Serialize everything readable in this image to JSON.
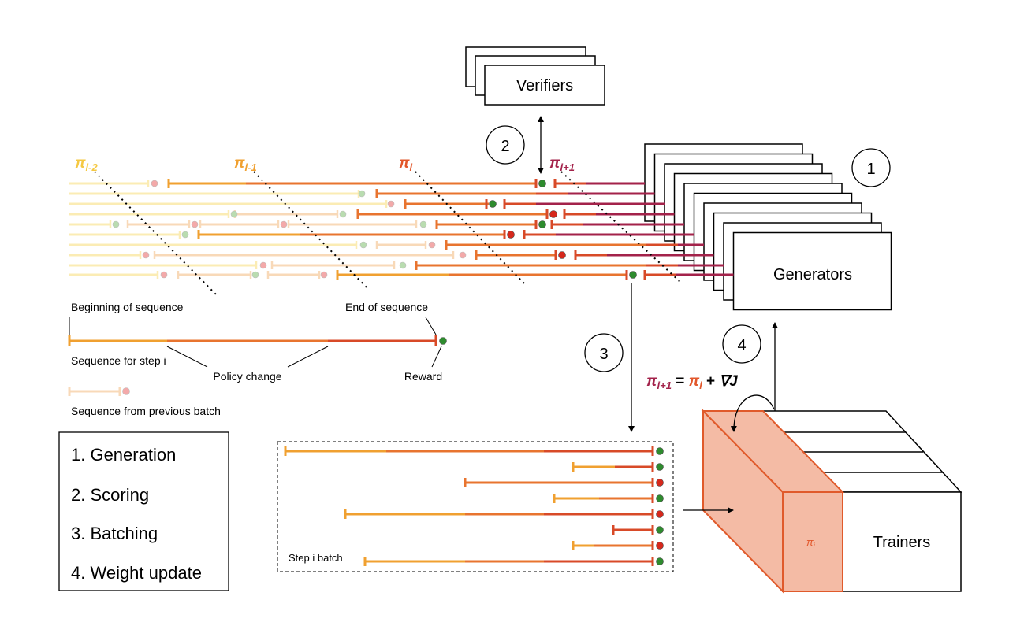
{
  "labels": {
    "verifiers": "Verifiers",
    "generators": "Generators",
    "trainers": "Trainers",
    "step_batch": "Step i batch",
    "pi_trainer": "π",
    "pi_trainer_sub": "i"
  },
  "policies": [
    {
      "symbol": "π",
      "sub": "i-2"
    },
    {
      "symbol": "π",
      "sub": "i-1"
    },
    {
      "symbol": "π",
      "sub": "i"
    },
    {
      "symbol": "π",
      "sub": "i+1"
    }
  ],
  "equation": {
    "lhs": "π",
    "lhs_sub": "i+1",
    "eq": " = ",
    "rhs": "π",
    "rhs_sub": "i",
    "plus": " + ",
    "grad": "∇J"
  },
  "step_numbers": [
    "1",
    "2",
    "3",
    "4"
  ],
  "legend": {
    "beginning": "Beginning of sequence",
    "end": "End of sequence",
    "sequence_step": "Sequence for step i",
    "policy_change": "Policy change",
    "reward": "Reward",
    "previous_batch": "Sequence from previous batch"
  },
  "steps_box": [
    "1. Generation",
    "2. Scoring",
    "3. Batching",
    "4. Weight update"
  ],
  "colors": {
    "pi_i_minus_2": "#f5c842",
    "pi_i_minus_1": "#f0a030",
    "pi_i": "#e2572b",
    "pi_i_plus_1": "#a3224a",
    "mid_orange": "#e8742f",
    "red_orange": "#d84a28",
    "faded": "#f8d9b8",
    "faded_yellow": "#fbecb4",
    "reward_good": "#2e8b2e",
    "reward_bad": "#d6281c",
    "trainer_fill": "#f4bba5",
    "trainer_edge": "#e05a2b"
  }
}
